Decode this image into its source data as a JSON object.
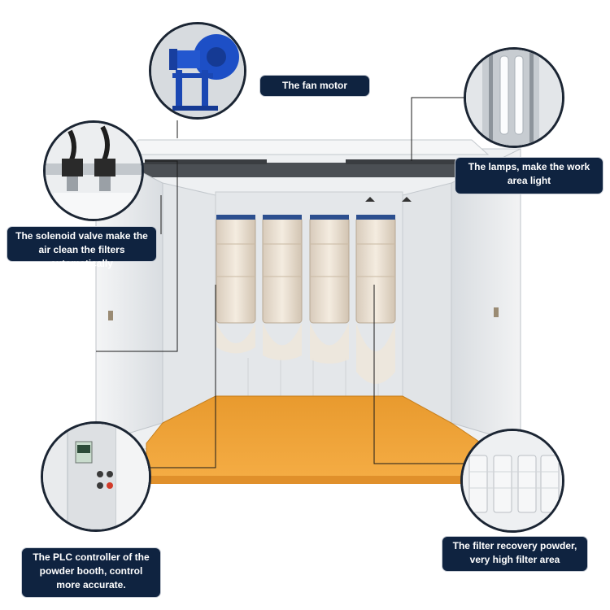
{
  "callouts": {
    "fan_motor": "The fan motor",
    "lamps": "The lamps, make the work area light",
    "solenoid": "The solenoid valve make the air clean the filters automatically",
    "plc": "The PLC controller of the powder booth, control more accurate.",
    "filter": "The filter recovery powder, very high filter area"
  },
  "colors": {
    "label_bg": "#0f2340",
    "floor": "#f0a43a",
    "booth_wall": "#e9ecef",
    "motor_blue": "#1d4fc6"
  }
}
